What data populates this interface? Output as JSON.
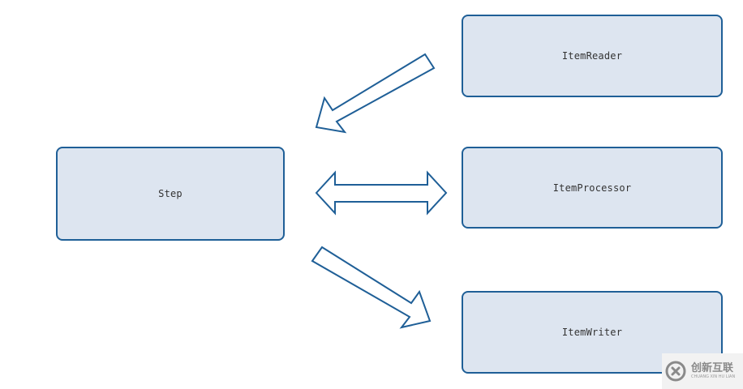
{
  "diagram": {
    "nodes": {
      "step": "Step",
      "reader": "ItemReader",
      "processor": "ItemProcessor",
      "writer": "ItemWriter"
    },
    "edges": [
      {
        "from": "ItemReader",
        "to": "Step",
        "style": "single-arrow"
      },
      {
        "from": "Step",
        "to": "ItemProcessor",
        "style": "double-arrow"
      },
      {
        "from": "Step",
        "to": "ItemWriter",
        "style": "single-arrow"
      }
    ]
  },
  "colors": {
    "box_fill": "#dde5f0",
    "box_border": "#1f5f97",
    "arrow_stroke": "#1f5f97",
    "text": "#333333"
  },
  "watermark": {
    "text": "创新互联",
    "subtext": "CHUANG XIN HU LIAN",
    "icon": "watermark-logo-icon"
  }
}
